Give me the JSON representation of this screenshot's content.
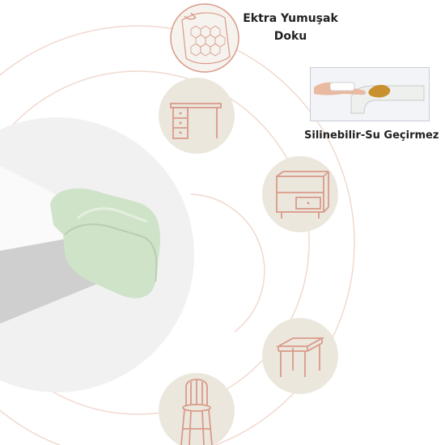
{
  "labels": {
    "soft_texture_line1": "Ektra Yumuşak",
    "soft_texture_line2": "Doku",
    "waterproof": "Silinebilir-Su Geçirmez"
  },
  "icons": [
    "soft-texture-icon",
    "desk-icon",
    "nightstand-icon",
    "table-icon",
    "chair-icon"
  ],
  "colors": {
    "icon_circle_bg": "#ece7dd",
    "icon_stroke": "#d99a8a",
    "ring_line": "#f0d9cf",
    "protector_green": "#cfe3c9",
    "table_gray": "#e4e4e4"
  }
}
